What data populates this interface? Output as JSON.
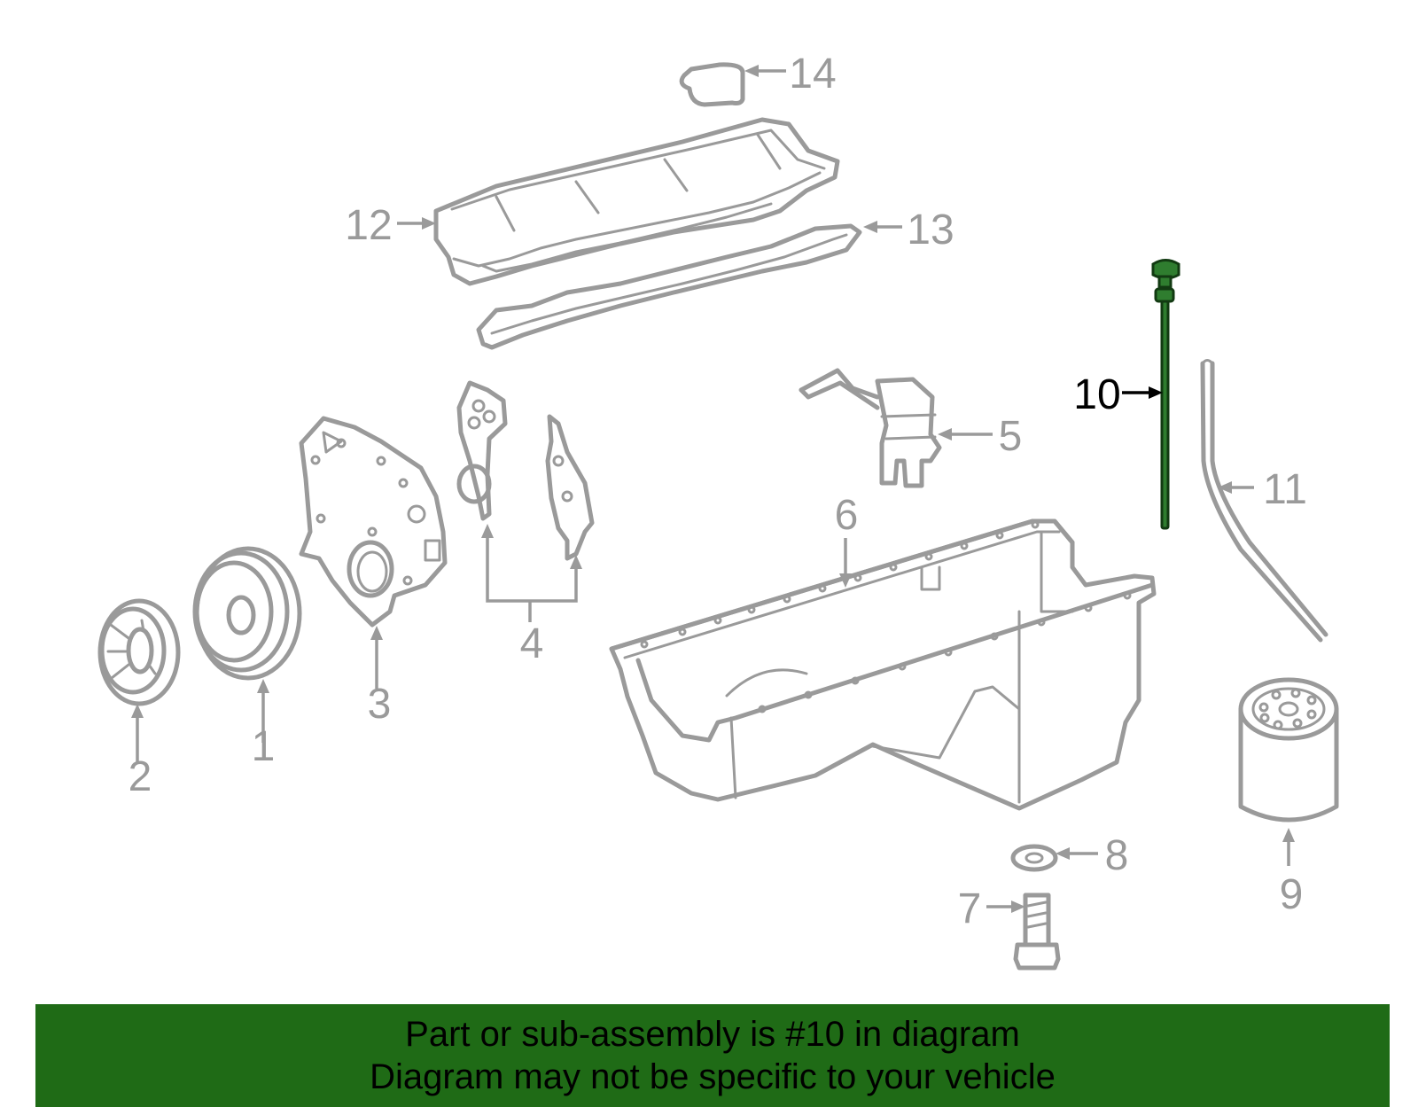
{
  "diagram": {
    "highlighted_part": "10",
    "callouts": [
      {
        "id": "1",
        "label": "1"
      },
      {
        "id": "2",
        "label": "2"
      },
      {
        "id": "3",
        "label": "3"
      },
      {
        "id": "4",
        "label": "4"
      },
      {
        "id": "5",
        "label": "5"
      },
      {
        "id": "6",
        "label": "6"
      },
      {
        "id": "7",
        "label": "7"
      },
      {
        "id": "8",
        "label": "8"
      },
      {
        "id": "9",
        "label": "9"
      },
      {
        "id": "10",
        "label": "10"
      },
      {
        "id": "11",
        "label": "11"
      },
      {
        "id": "12",
        "label": "12"
      },
      {
        "id": "13",
        "label": "13"
      },
      {
        "id": "14",
        "label": "14"
      }
    ],
    "colors": {
      "line_art": "#9a9a9a",
      "highlight_part": "#2f7d2f",
      "highlight_label": "#000000",
      "banner_bg": "#1f6b16"
    }
  },
  "banner": {
    "line1": "Part or sub-assembly is #10 in diagram",
    "line2": "Diagram may not be specific to your vehicle"
  }
}
